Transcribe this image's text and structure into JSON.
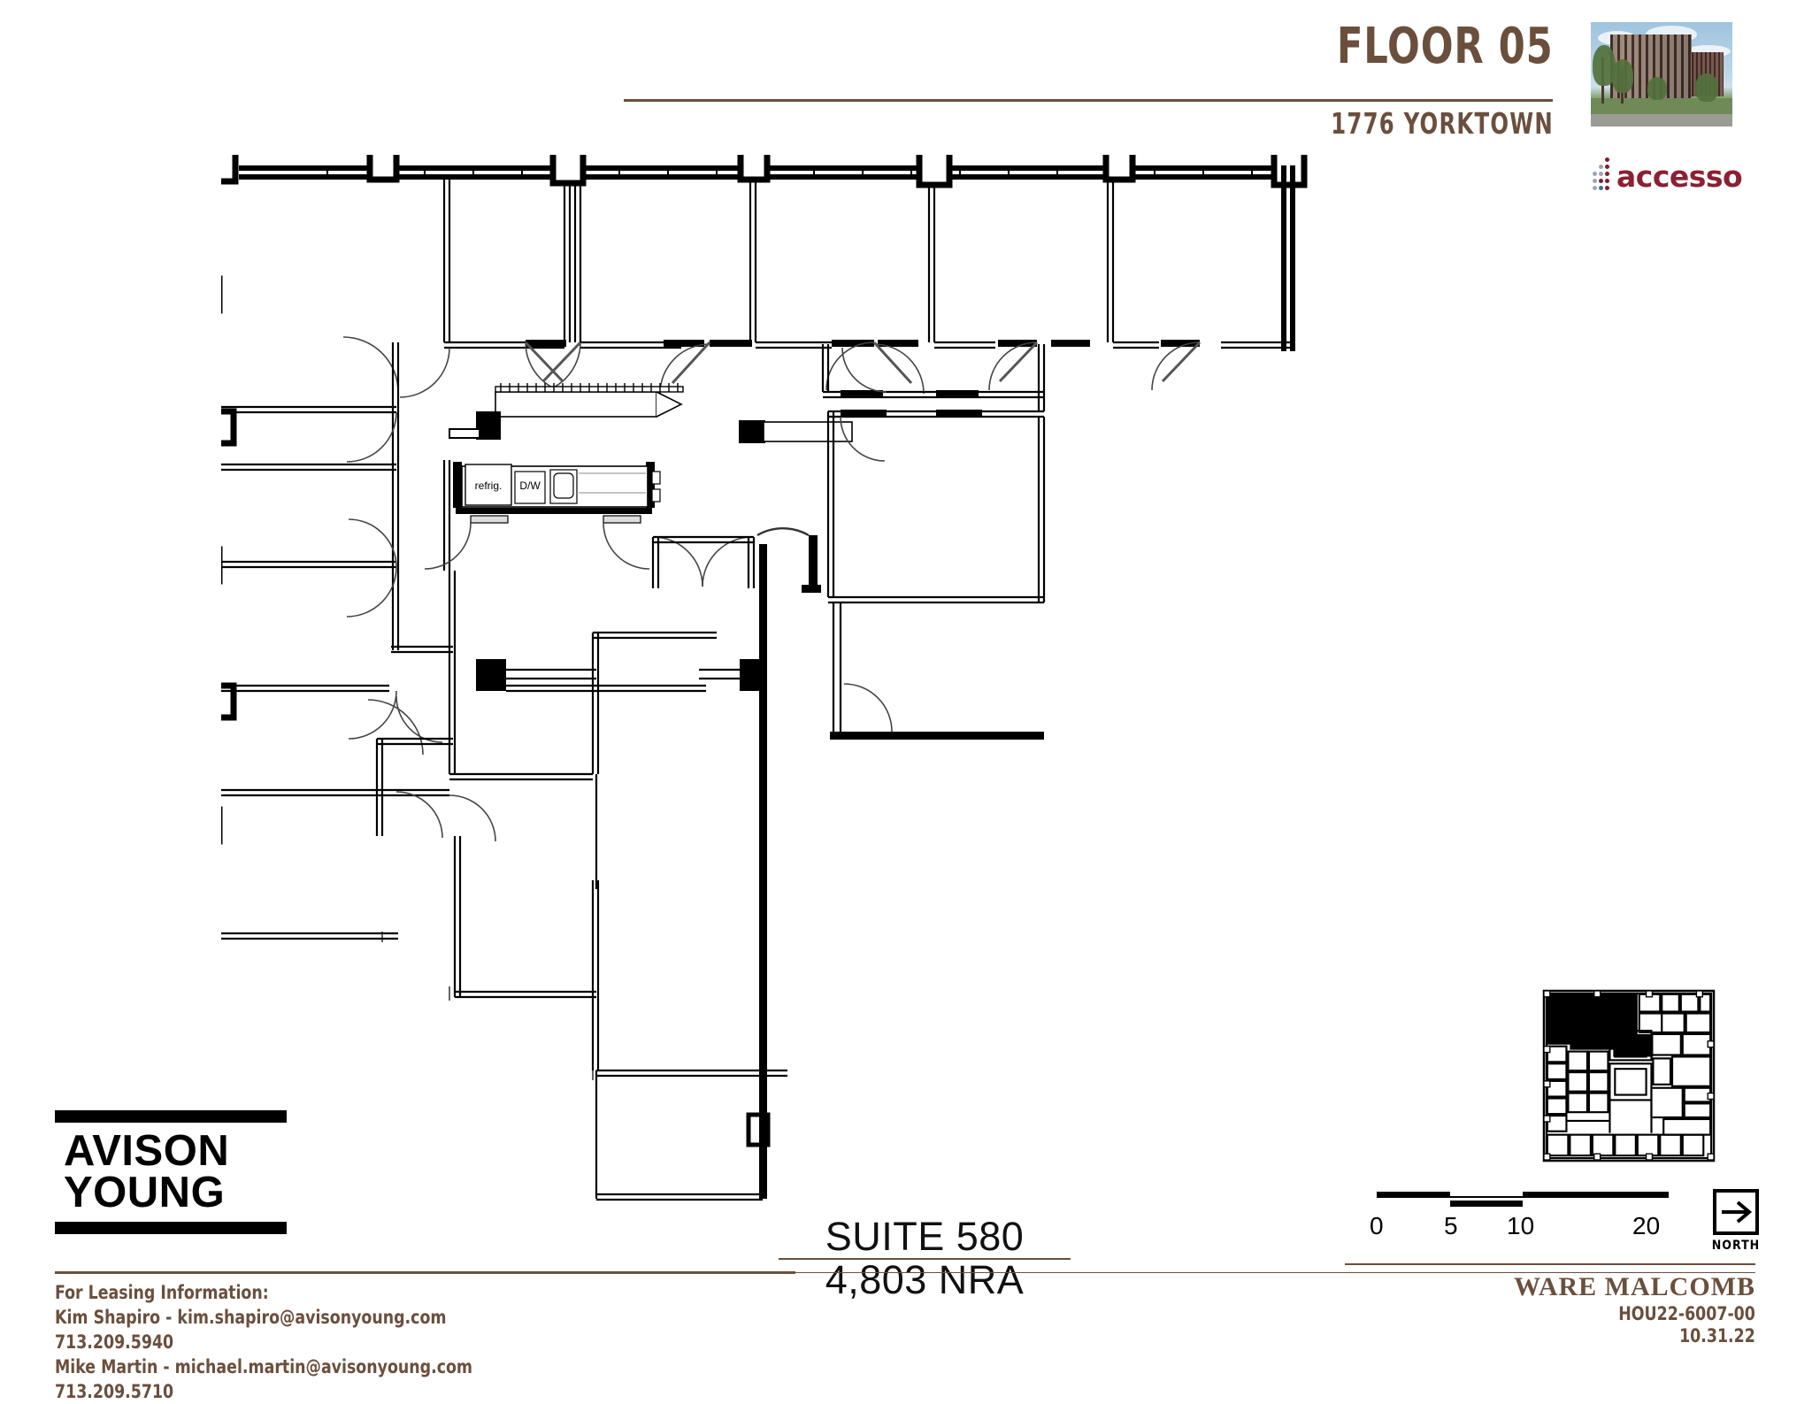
{
  "header": {
    "floor_title": "FLOOR 05",
    "building_address": "1776 YORKTOWN",
    "brand_name": "accesso",
    "brand_color": "#8c1f33",
    "accent_color": "#6b4f3d",
    "photo_alt": "building-exterior-photo"
  },
  "suite": {
    "name": "SUITE 580",
    "area": "4,803 NRA"
  },
  "broker": {
    "logo_line1": "AVISON",
    "logo_line2": "YOUNG",
    "leasing_heading": "For Leasing Information:",
    "contact1": "Kim Shapiro - kim.shapiro@avisonyoung.com",
    "contact1_phone": "713.209.5940",
    "contact2": "Mike Martin - michael.martin@avisonyoung.com",
    "contact2_phone": "713.209.5710"
  },
  "scale": {
    "labels": [
      "0",
      "5",
      "10",
      "20"
    ],
    "north_label": "NORTH"
  },
  "architect": {
    "name": "WARE MALCOMB",
    "project_number": "HOU22-6007-00",
    "date": "10.31.22"
  },
  "plan": {
    "kitchen_refrigerator_label": "refrig.",
    "kitchen_dishwasher_label": "D/W"
  }
}
